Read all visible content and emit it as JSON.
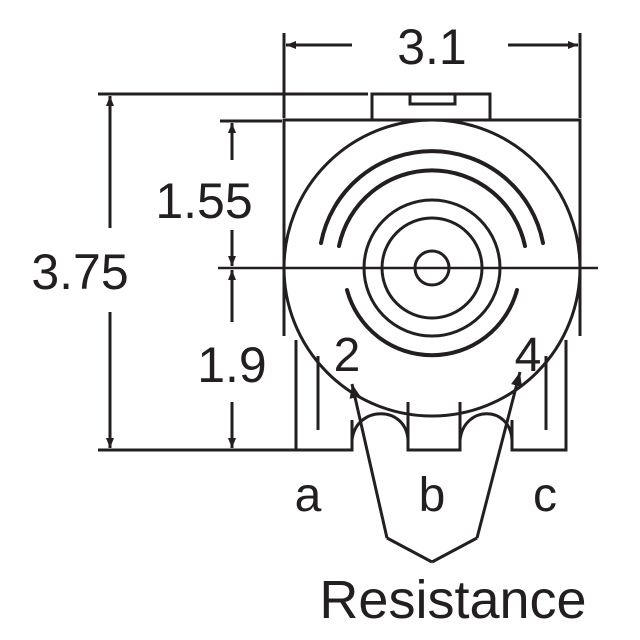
{
  "dimensions": {
    "width": "3.1",
    "height_total": "3.75",
    "height_upper": "1.55",
    "height_lower": "1.9"
  },
  "terminal_numbers": {
    "left": "2",
    "right": "4"
  },
  "terminals": {
    "a": "a",
    "b": "b",
    "c": "c"
  },
  "caption": "Resistance"
}
